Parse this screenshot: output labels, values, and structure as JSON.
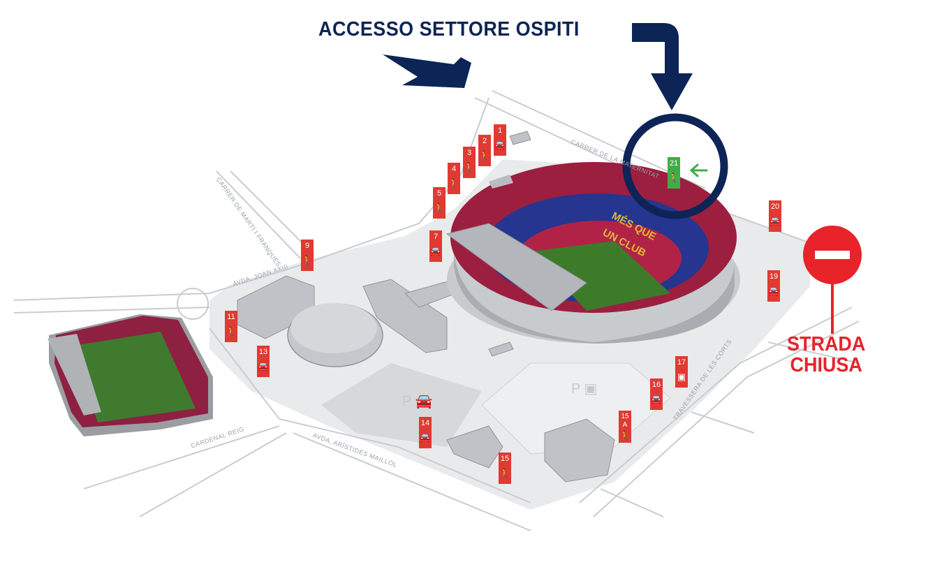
{
  "annotations": {
    "title": "ACCESSO SETTORE OSPITI",
    "closed_line1": "STRADA",
    "closed_line2": "CHIUSA",
    "colors": {
      "navy": "#0d2457",
      "red": "#e8232a",
      "green": "#3fad45",
      "gate_red": "#e03a32"
    }
  },
  "stadium_text": {
    "line1": "MÉS QUE",
    "line2": "UN CLUB"
  },
  "parking": {
    "p_car": "P",
    "p_bus": "P"
  },
  "streets": [
    "CARRER DE LA MATERNITAT",
    "CARRER DE MARTÍ I FRANQUÈS",
    "AVDA. JOAN XXIII",
    "CARDENAL REIG",
    "AVDA. ARÍSTIDES MAILLOL",
    "TRAVESSERA DE LES CORTS"
  ],
  "gates": [
    {
      "number": "1",
      "type": "car-icon"
    },
    {
      "number": "2",
      "type": "pedestrian-icon"
    },
    {
      "number": "3",
      "type": "pedestrian-icon"
    },
    {
      "number": "4",
      "type": "pedestrian-icon"
    },
    {
      "number": "5",
      "type": "pedestrian-icon"
    },
    {
      "number": "7",
      "type": "car-icon"
    },
    {
      "number": "9",
      "type": "pedestrian-icon"
    },
    {
      "number": "11",
      "type": "pedestrian-icon"
    },
    {
      "number": "13",
      "type": "car-icon"
    },
    {
      "number": "14",
      "type": "car-icon"
    },
    {
      "number": "15",
      "type": "pedestrian-icon"
    },
    {
      "number": "15 A",
      "type": "pedestrian-icon"
    },
    {
      "number": "16",
      "type": "car-icon"
    },
    {
      "number": "17",
      "type": "bus-icon"
    },
    {
      "number": "19",
      "type": "car-icon"
    },
    {
      "number": "20",
      "type": "car-icon"
    },
    {
      "number": "21",
      "type": "pedestrian-icon",
      "highlight": "green"
    }
  ]
}
